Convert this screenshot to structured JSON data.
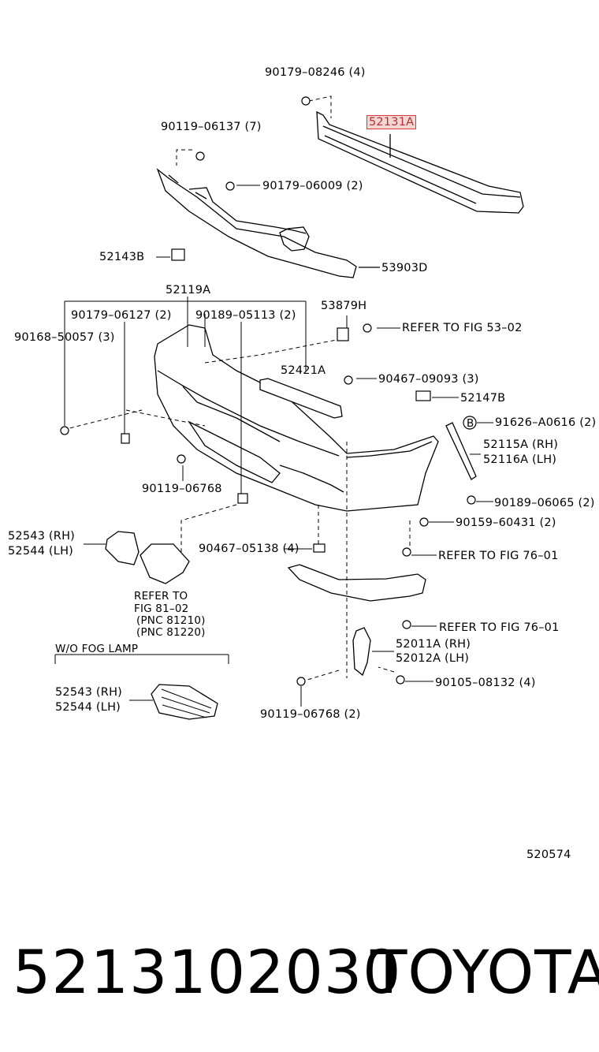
{
  "labels": {
    "p1": "90179–08246 (4)",
    "p2": "52131A",
    "p3": "90119–06137 (7)",
    "p4": "90179–06009 (2)",
    "p5": "52143B",
    "p6": "53903D",
    "p7": "52119A",
    "p8": "53879H",
    "p9": "90179–06127 (2)",
    "p10": "90189–05113 (2)",
    "p11": "90168–50057 (3)",
    "p12": "REFER TO FIG 53–02",
    "p13": "52421A",
    "p14": "90467–09093 (3)",
    "p15": "52147B",
    "p16": "B",
    "p17": "91626–A0616 (2)",
    "p18": "52115A (RH)",
    "p19": "52116A (LH)",
    "p20": "90119–06768",
    "p21": "90189–06065 (2)",
    "p22": "90159–60431 (2)",
    "p23": "52543 (RH)",
    "p24": "52544 (LH)",
    "p25": "90467–05138 (4)",
    "p26": "REFER TO FIG 76–01",
    "p27": "REFER TO",
    "p28": "FIG 81–02",
    "p29": "(PNC 81210)",
    "p30": "(PNC 81220)",
    "p31": "REFER TO FIG 76–01",
    "p32": "W/O FOG LAMP",
    "p33": "52011A (RH)",
    "p34": "52012A (LH)",
    "p35": "90105–08132 (4)",
    "p36": "52543 (RH)",
    "p37": "52544 (LH)",
    "p38": "90119–06768 (2)",
    "p39": "520574"
  },
  "footer": {
    "part_number": "5213102030",
    "brand": "TOYOTA"
  },
  "colors": {
    "highlight_border": "#d43a3a",
    "highlight_fill": "#f6d5d5"
  }
}
